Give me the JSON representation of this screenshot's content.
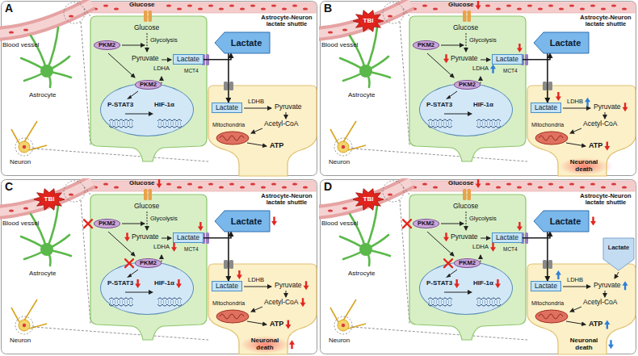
{
  "diagram": {
    "nodes": [
      {
        "text": [
          "PKM2"
        ]
      },
      {
        "text": [
          "Lactate"
        ]
      },
      {
        "text": [
          "Lactate"
        ]
      },
      {
        "text": [
          "P-STAT3",
          "HIF-1α"
        ]
      },
      {
        "text": [
          "PKM2"
        ],
        "in": 3
      },
      {
        "text": [
          "Lactate"
        ]
      },
      {
        "text": [
          "TBI"
        ]
      },
      {
        "text": [
          "PKM2"
        ]
      },
      {
        "text": [
          "Lactate"
        ]
      },
      {
        "text": [
          "Lactate"
        ]
      },
      {
        "text": [
          "P-STAT3",
          "HIF-1α"
        ]
      },
      {
        "text": [
          "PKM2"
        ],
        "in": 10
      },
      {
        "text": [
          "Lactate"
        ]
      },
      {
        "text": [
          "TBI"
        ]
      },
      {
        "text": [
          "PKM2"
        ]
      },
      {
        "text": [
          "Lactate"
        ]
      },
      {
        "text": [
          "Lactate"
        ]
      },
      {
        "text": [
          "P-STAT3",
          "HIF-1α"
        ]
      },
      {
        "text": [
          "PKM2"
        ],
        "in": 17
      },
      {
        "text": [
          "Lactate"
        ]
      },
      {
        "text": [
          "TBI"
        ]
      },
      {
        "text": [
          "PKM2"
        ]
      },
      {
        "text": [
          "Lactate"
        ]
      },
      {
        "text": [
          "Lactate"
        ]
      },
      {
        "text": [
          "P-STAT3",
          "HIF-1α"
        ]
      },
      {
        "text": [
          "PKM2"
        ],
        "in": 24
      },
      {
        "text": [
          "Lactate"
        ]
      },
      {
        "text": [
          "Lactate"
        ]
      }
    ],
    "edges": [
      {
        "from": 1,
        "to": 2,
        "arrow": "to"
      },
      {
        "from": 2,
        "to": 5,
        "arrow": "to"
      },
      {
        "from": 8,
        "to": 9,
        "arrow": "to"
      },
      {
        "from": 9,
        "to": 12,
        "arrow": "to"
      },
      {
        "from": 15,
        "to": 16,
        "arrow": "to"
      },
      {
        "from": 16,
        "to": 19,
        "arrow": "to"
      },
      {
        "from": 22,
        "to": 23,
        "arrow": "to"
      },
      {
        "from": 23,
        "to": 26,
        "arrow": "to"
      }
    ],
    "labels": [
      "A",
      "Blood vessel",
      "Astrocyte",
      "Neuron",
      "Glucose",
      "Astrocyte-Neuron lactate shuttle",
      "Glucose",
      "Glycolysis",
      "Pyruvate",
      "LDHA",
      "MCT4",
      "LDHB",
      "Pyruvate",
      "Acetyl-CoA",
      "Mitochondria",
      "ATP",
      "B",
      "Blood vessel",
      "Astrocyte",
      "Neuron",
      "Glucose",
      "Astrocyte-Neuron lactate shuttle",
      "Glucose",
      "Glycolysis",
      "Pyruvate",
      "LDHA",
      "MCT4",
      "LDHB",
      "Pyruvate",
      "Acetyl-CoA",
      "Mitochondria",
      "ATP",
      "Neuronal death",
      "C",
      "Blood vessel",
      "Astrocyte",
      "Neuron",
      "Glucose",
      "Astrocyte-Neuron lactate shuttle",
      "Glucose",
      "Glycolysis",
      "Pyruvate",
      "LDHA",
      "MCT4",
      "LDHB",
      "Pyruvate",
      "Acetyl-CoA",
      "Mitochondria",
      "ATP",
      "Neuronal death",
      "D",
      "Blood vessel",
      "Astrocyte",
      "Neuron",
      "Glucose",
      "Astrocyte-Neuron lactate shuttle",
      "Glucose",
      "Glycolysis",
      "Pyruvate",
      "LDHA",
      "MCT4",
      "LDHB",
      "Pyruvate",
      "Acetyl-CoA",
      "Mitochondria",
      "ATP",
      "Neuronal death"
    ]
  }
}
